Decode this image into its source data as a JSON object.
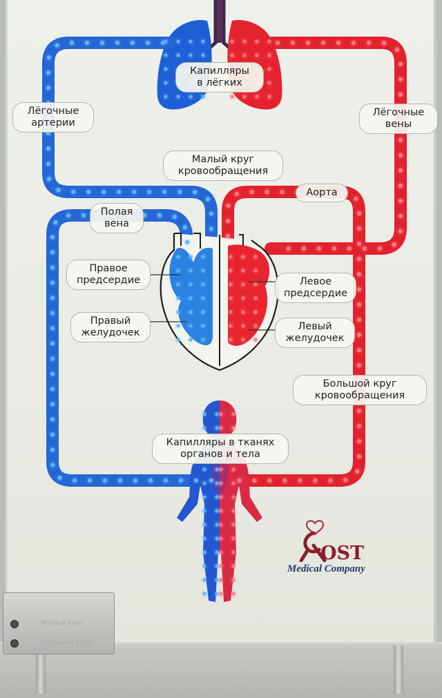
{
  "labels": {
    "lung_capillaries": "Капилляры\nв лёгких",
    "pulmonary_arteries": "Лёгочные\nартерии",
    "pulmonary_veins": "Лёгочные\nвены",
    "pulmonary_circulation": "Малый круг\nкровообращения",
    "vena_cava": "Полая\nвена",
    "aorta": "Аорта",
    "right_atrium": "Правое\nпредсердие",
    "left_atrium": "Левое\nпредсердие",
    "right_ventricle": "Правый\nжелудочек",
    "left_ventricle": "Левый\nжелудочек",
    "systemic_circulation": "Большой круг\nкровообращения",
    "tissue_capillaries": "Капилляры в тканях\nорганов и тела"
  },
  "logo": {
    "word": "OST",
    "subtitle": "Medical Company"
  },
  "switch_box": {
    "labels": [
      "Малый круг",
      "Большой круг"
    ]
  },
  "colors": {
    "venous": "#2f6fd8",
    "arterial": "#e02832",
    "led_blue": "#5fb6ff",
    "led_red": "#ff7b86"
  }
}
